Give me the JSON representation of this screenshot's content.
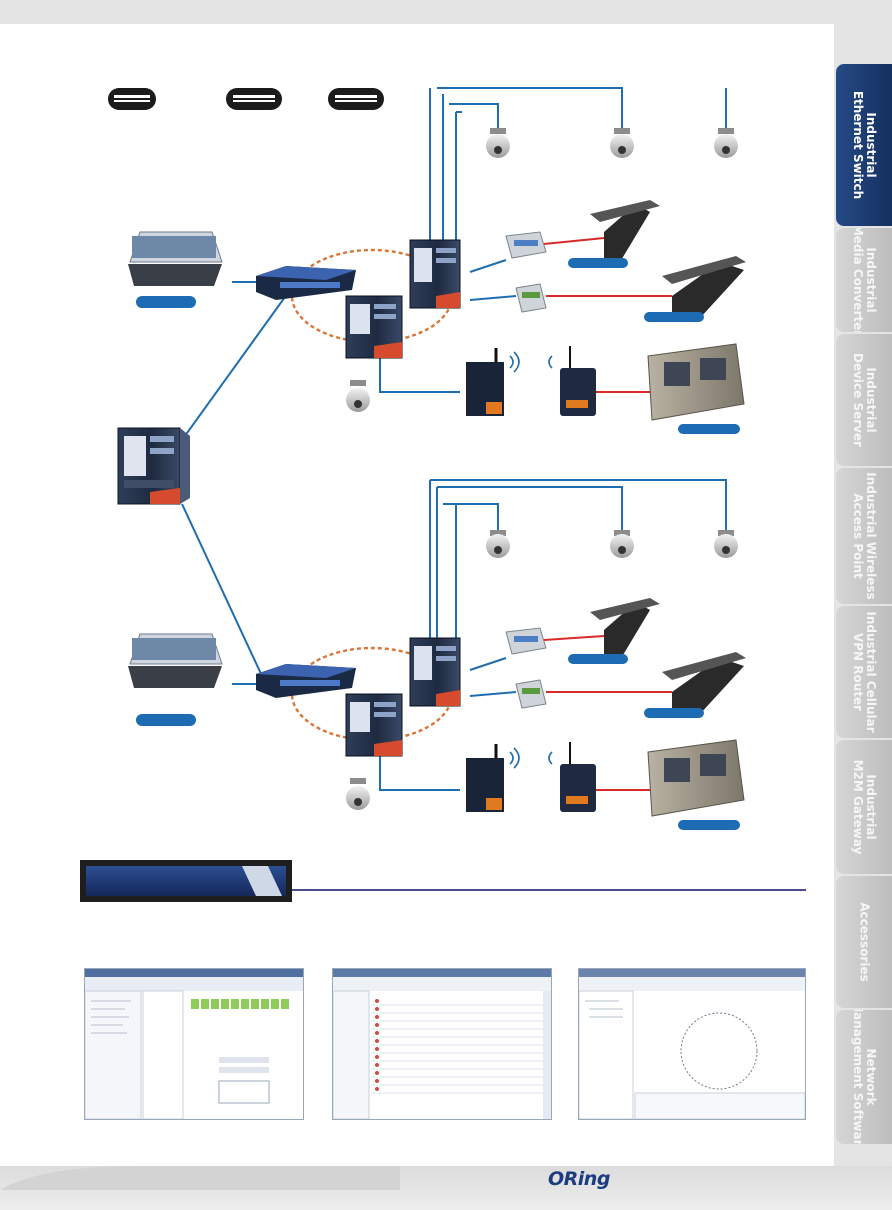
{
  "brand": {
    "logo_text": "ORing"
  },
  "tabs": [
    {
      "id": "ethernet-switch",
      "lines": [
        "Industrial",
        "Ethernet Switch"
      ],
      "active": true
    },
    {
      "id": "media-converter",
      "lines": [
        "Industrial",
        "Media Converter"
      ],
      "active": false
    },
    {
      "id": "device-server",
      "lines": [
        "Industrial",
        "Device Server"
      ],
      "active": false
    },
    {
      "id": "wireless-ap",
      "lines": [
        "Industrial Wireless",
        "Access Point"
      ],
      "active": false
    },
    {
      "id": "cellular-vpn",
      "lines": [
        "Industrial Cellular",
        "VPN Router"
      ],
      "active": false
    },
    {
      "id": "m2m-gateway",
      "lines": [
        "Industrial",
        "M2M Gateway"
      ],
      "active": false
    },
    {
      "id": "accessories",
      "lines": [
        "Accessories"
      ],
      "active": false
    },
    {
      "id": "network-management",
      "lines": [
        "Network",
        "Management Software"
      ],
      "active": false
    }
  ],
  "colors": {
    "fiber_link": "#1f6eb0",
    "serial_link": "#d92a2a",
    "redundant_ring": "#d9773a",
    "label_bar": "#1d6cb3",
    "active_tab": "#1c3c78"
  }
}
